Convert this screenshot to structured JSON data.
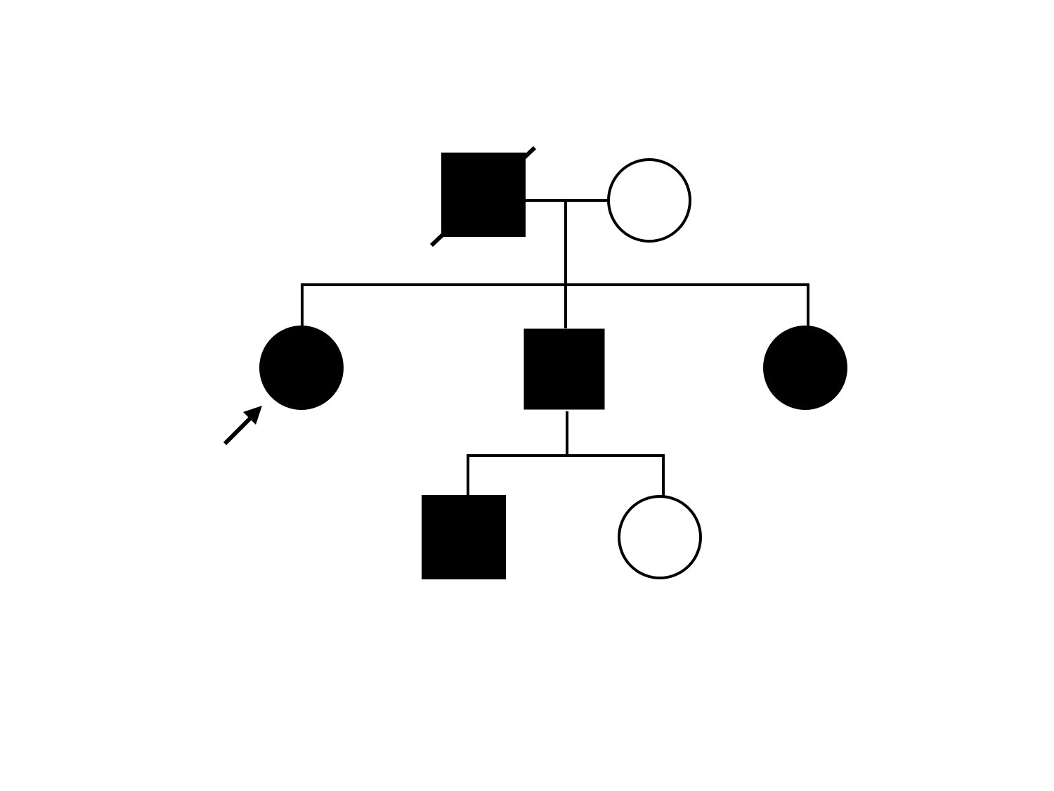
{
  "diagram": {
    "type": "pedigree",
    "colors": {
      "background": "#ffffff",
      "stroke": "#000000",
      "affected_fill": "#000000",
      "unaffected_fill": "#ffffff"
    },
    "generations": [
      {
        "generation": 1,
        "members": [
          {
            "sex": "male",
            "affected": true,
            "deceased": true
          },
          {
            "sex": "female",
            "affected": false,
            "deceased": false
          }
        ]
      },
      {
        "generation": 2,
        "members": [
          {
            "sex": "female",
            "affected": true,
            "proband": true
          },
          {
            "sex": "male",
            "affected": true
          },
          {
            "sex": "female",
            "affected": true
          }
        ]
      },
      {
        "generation": 3,
        "members": [
          {
            "sex": "male",
            "affected": true
          },
          {
            "sex": "female",
            "affected": false
          }
        ]
      }
    ]
  }
}
